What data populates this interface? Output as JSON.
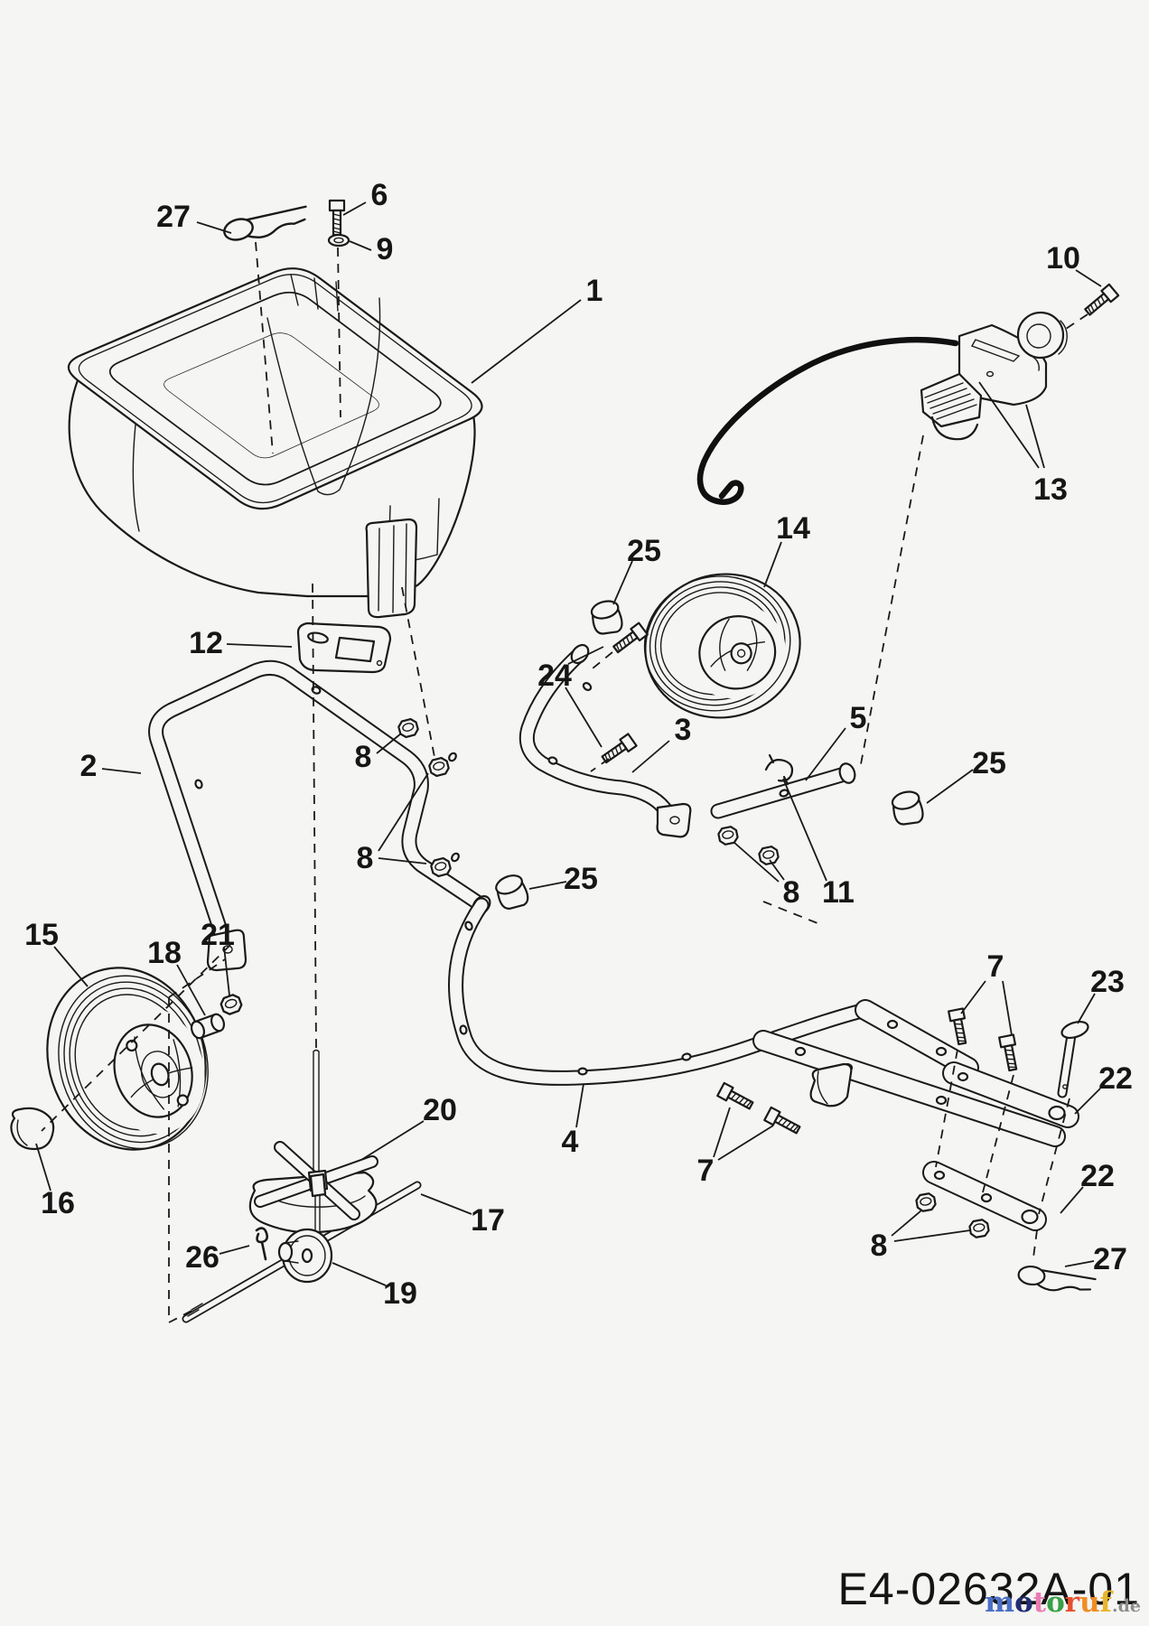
{
  "diagram": {
    "code": "E4-02632A-01",
    "type": "exploded-parts-diagram",
    "labels": {
      "p1": "1",
      "p2": "2",
      "p3": "3",
      "p4": "4",
      "p5": "5",
      "p6": "6",
      "p7a": "7",
      "p7b": "7",
      "p8a": "8",
      "p8b": "8",
      "p8c": "8",
      "p8d": "8",
      "p9": "9",
      "p10": "10",
      "p11": "11",
      "p12": "12",
      "p13": "13",
      "p14": "14",
      "p15": "15",
      "p16": "16",
      "p17": "17",
      "p18": "18",
      "p19": "19",
      "p20": "20",
      "p21": "21",
      "p22a": "22",
      "p22b": "22",
      "p23": "23",
      "p24": "24",
      "p25a": "25",
      "p25b": "25",
      "p25c": "25",
      "p26": "26",
      "p27a": "27",
      "p27b": "27"
    }
  },
  "watermark": {
    "letters": [
      {
        "ch": "m",
        "color": "#4a6fc7"
      },
      {
        "ch": "o",
        "color": "#212d71"
      },
      {
        "ch": "t",
        "color": "#e97cb2"
      },
      {
        "ch": "o",
        "color": "#37a047"
      },
      {
        "ch": "r",
        "color": "#e65130"
      },
      {
        "ch": "u",
        "color": "#ef8d25"
      },
      {
        "ch": "f",
        "color": "#e8b62e"
      }
    ],
    "suffix": ".de",
    "suffix_color": "#8d8d8d"
  },
  "colors": {
    "ink": "#1a1a1a",
    "paper": "#f5f5f3",
    "page_surround": "#e9e9e7"
  }
}
